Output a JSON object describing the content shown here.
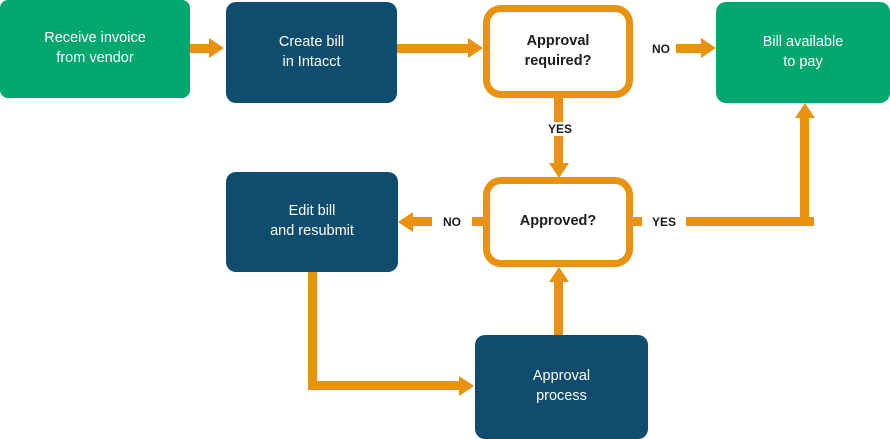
{
  "title": "Invoice to bill approval flowchart",
  "colors": {
    "green": "#00a870",
    "navy": "#0f4d6f",
    "orange": "#e8920f",
    "decision_text": "#1d1d1b"
  },
  "nodes": {
    "receive_invoice": {
      "label": "Receive invoice\nfrom vendor",
      "type": "process"
    },
    "create_bill": {
      "label": "Create bill\nin Intacct",
      "type": "process"
    },
    "approval_required": {
      "label": "Approval\nrequired?",
      "type": "decision"
    },
    "bill_available": {
      "label": "Bill available\nto pay",
      "type": "process"
    },
    "edit_bill": {
      "label": "Edit bill\nand resubmit",
      "type": "process"
    },
    "approved": {
      "label": "Approved?",
      "type": "decision"
    },
    "approval_process": {
      "label": "Approval\nprocess",
      "type": "process"
    }
  },
  "edge_labels": {
    "approval_required_no": "NO",
    "approval_required_yes": "YES",
    "approved_no": "NO",
    "approved_yes": "YES"
  }
}
